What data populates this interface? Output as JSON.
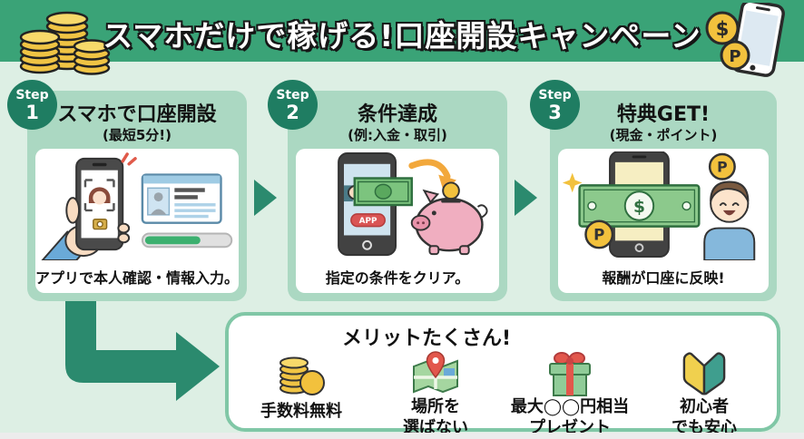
{
  "banner": {
    "title": "スマホだけで稼げる!口座開設キャンペーン",
    "decor_left": "coin-stacks-illustration",
    "decor_right": "smartphone-with-coins-illustration"
  },
  "symbols": {
    "dollar": "$",
    "point": "P"
  },
  "steps": [
    {
      "badge": "Step",
      "number": "1",
      "title": "スマホで口座開設",
      "subtitle": "(最短5分!)",
      "caption": "アプリで本人確認・情報入力。",
      "illustration": "hand-phone-id-card-progress-illustration"
    },
    {
      "badge": "Step",
      "number": "2",
      "title": "条件達成",
      "subtitle": "(例:入金・取引)",
      "caption": "指定の条件をクリア。",
      "app_label": "APP",
      "illustration": "phone-banknote-piggy-bank-illustration"
    },
    {
      "badge": "Step",
      "number": "3",
      "title": "特典GET!",
      "subtitle": "(現金・ポイント)",
      "caption": "報酬が口座に反映!",
      "illustration": "phone-cash-points-person-illustration"
    }
  ],
  "benefits": {
    "title": "メリットたくさん!",
    "items": [
      {
        "icon": "coin-stack-icon",
        "label": "手数料無料"
      },
      {
        "icon": "map-pin-icon",
        "label": "場所を\n選ばない"
      },
      {
        "icon": "gift-icon",
        "label": "最大◯◯円相当\nプレゼント"
      },
      {
        "icon": "beginner-mark-icon",
        "label": "初心者\nでも安心"
      }
    ]
  },
  "colors": {
    "band-green": "#3aa377",
    "bg-mint": "#ddefe4",
    "card-green": "#abd8c2",
    "badge-green": "#1f7d62",
    "arrow-green": "#2b8a6e",
    "box-border-green": "#80c7a6",
    "accent-gold": "#f2c13d"
  }
}
